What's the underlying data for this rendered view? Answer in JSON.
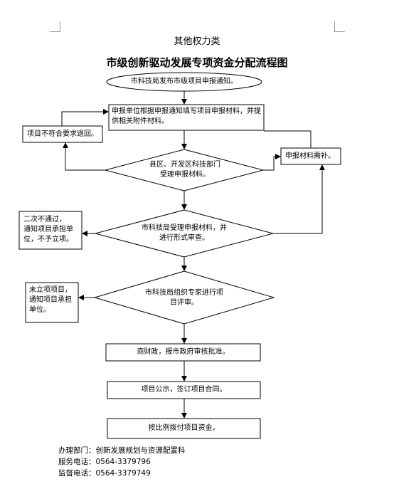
{
  "header": {
    "category": "其他权力类",
    "title": "市级创新驱动发展专项资金分配流程图"
  },
  "flow": {
    "start": "市科技局发布市级项目申报通知。",
    "apply": "申报单位根据申报通知填写项目申报材料，并提供相关附件材料。",
    "county_review": [
      "县区、开发区科技部门",
      "受理申报材料。"
    ],
    "reject_return": "项目不符合要求退回。",
    "supplement": "申报材料需补。",
    "city_review": [
      "市科技局受理申报材料，并",
      "进行形式审查。"
    ],
    "second_fail": [
      "二次不通过，",
      "通知项目承担单",
      "位，不予立项。"
    ],
    "expert_review": [
      "市科技局组织专家进行项",
      "目评审。"
    ],
    "not_approved": [
      "未立项项目，",
      "通知项目承担",
      "单位。"
    ],
    "finance": "商财政，报市政府审核批准。",
    "publicity": "项目公示，签订项目合同。",
    "allocate": "按比例拨付项目资金。"
  },
  "footer": {
    "dept": "办理部门：创新发展规划与资源配置科",
    "service": "服务电话：0564-3379796",
    "supervise": "监督电话：0564-3379749"
  }
}
